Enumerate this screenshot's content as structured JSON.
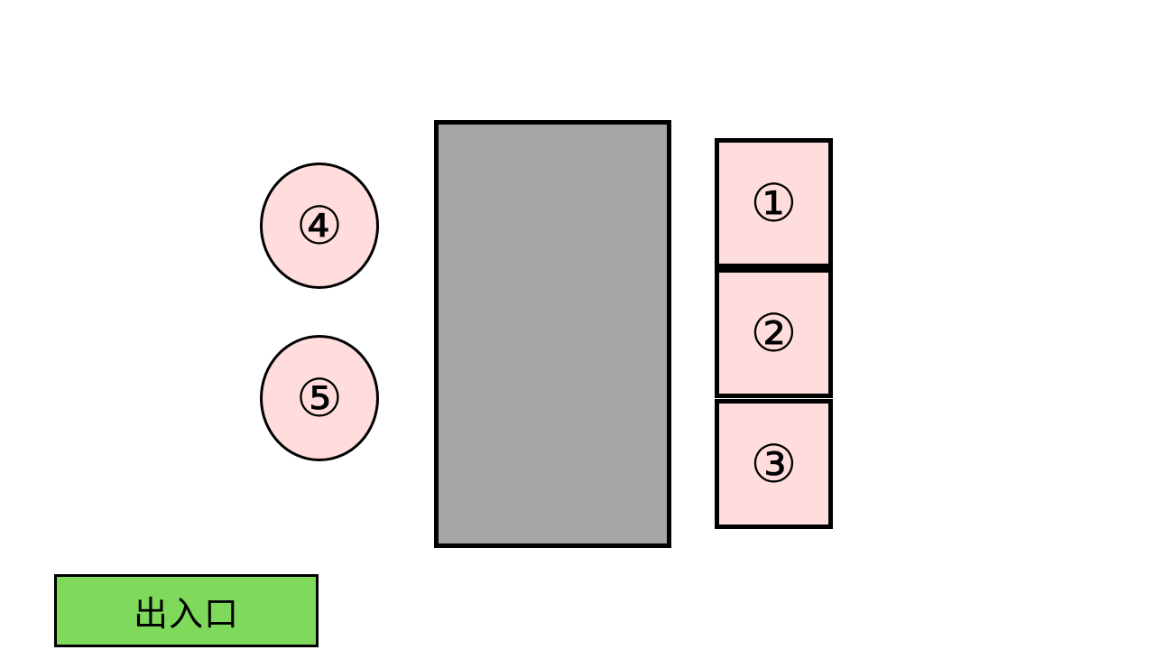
{
  "colors": {
    "table_fill": "#a6a6a6",
    "seat_fill": "#ffdddd",
    "entrance_fill": "#7fd95a",
    "outline": "#000000"
  },
  "seats": {
    "s1": "①",
    "s2": "②",
    "s3": "③",
    "s4": "④",
    "s5": "⑤"
  },
  "entrance": {
    "label": "出入口"
  }
}
